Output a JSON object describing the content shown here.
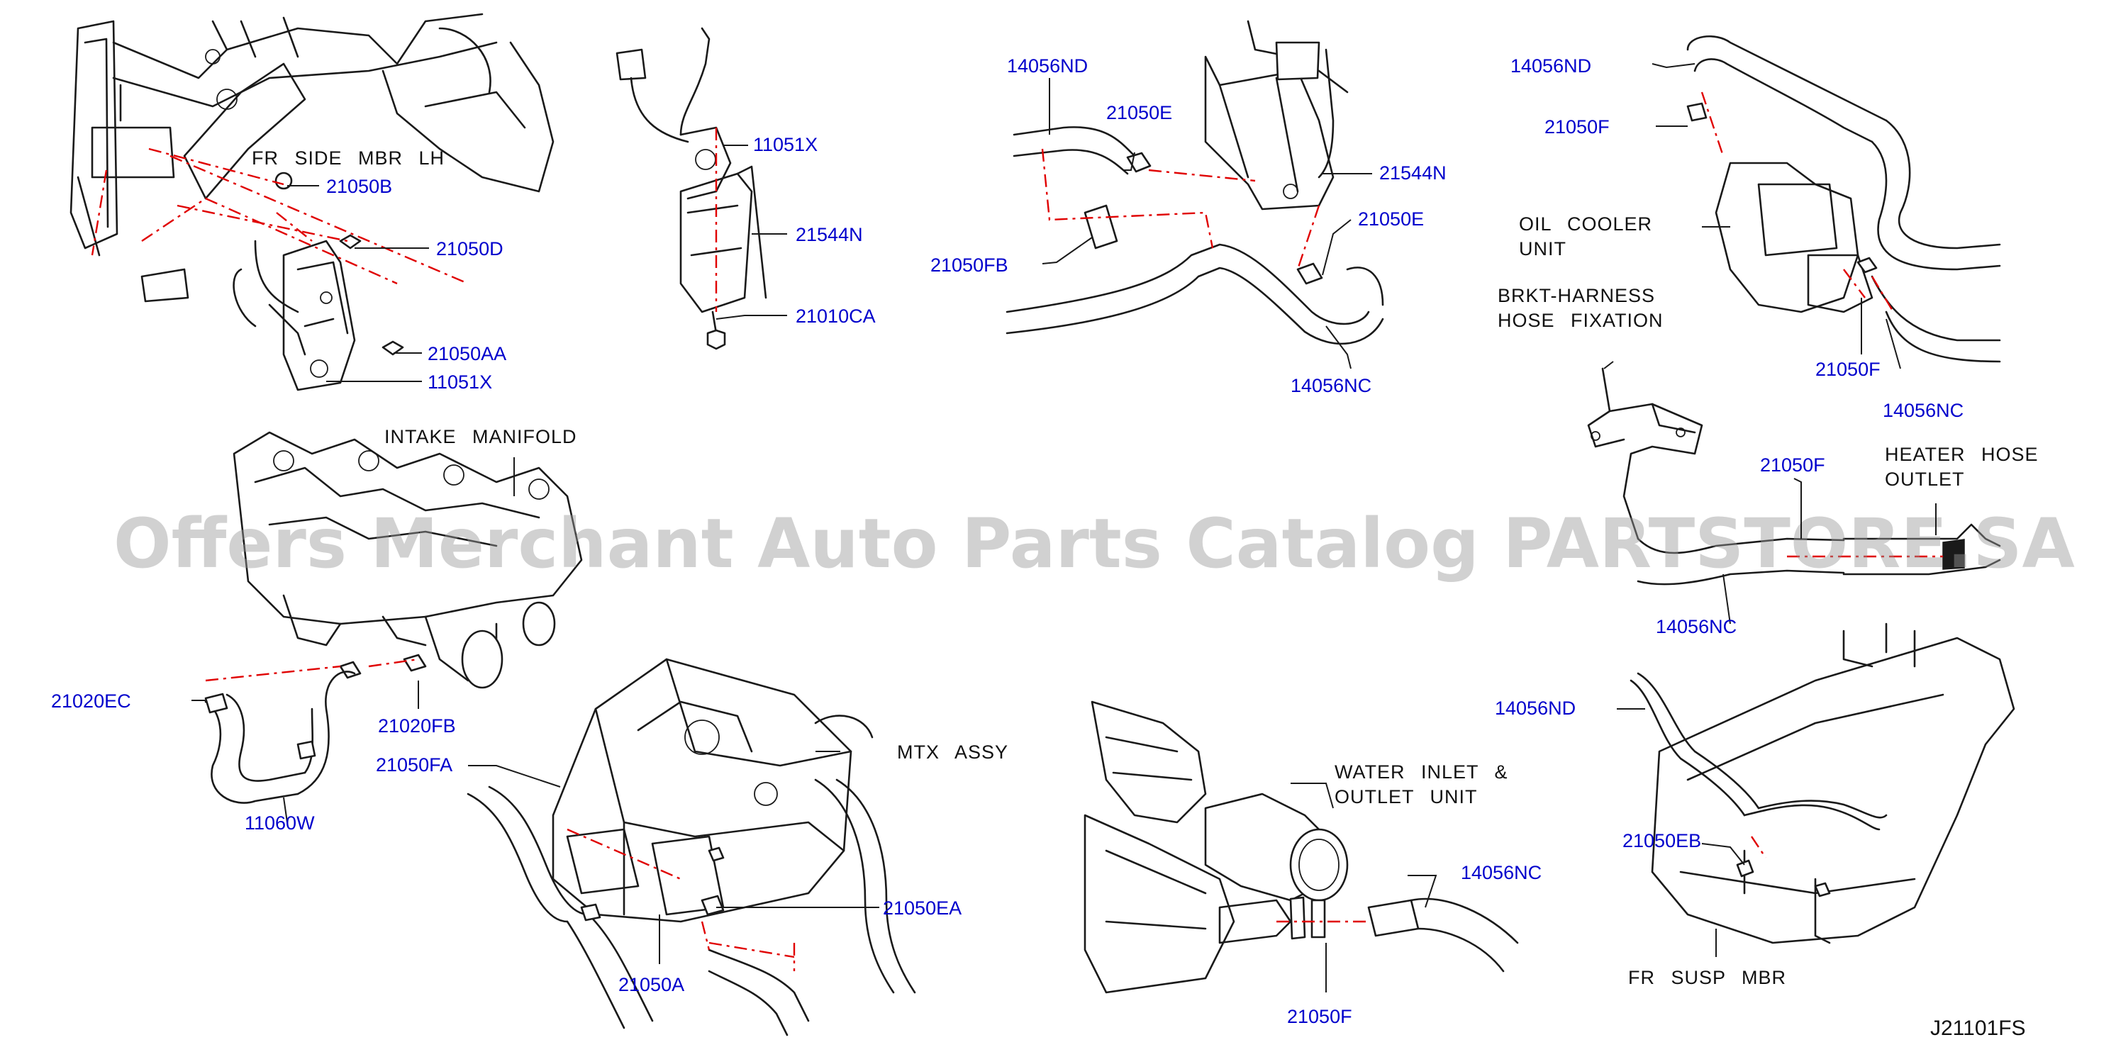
{
  "part_numbers": {
    "pn_21050B": "21050B",
    "pn_21050D": "21050D",
    "pn_21050AA": "21050AA",
    "pn_11051X_a": "11051X",
    "pn_11051X_b": "11051X",
    "pn_21544N_a": "21544N",
    "pn_21010CA": "21010CA",
    "pn_14056ND_a": "14056ND",
    "pn_21050E_a": "21050E",
    "pn_21544N_b": "21544N",
    "pn_21050E_b": "21050E",
    "pn_21050FB": "21050FB",
    "pn_14056NC_a": "14056NC",
    "pn_14056ND_b": "14056ND",
    "pn_21050F_a": "21050F",
    "pn_21050F_b": "21050F",
    "pn_14056NC_b": "14056NC",
    "pn_21050F_c": "21050F",
    "pn_14056NC_c": "14056NC",
    "pn_21020EC": "21020EC",
    "pn_21020FB": "21020FB",
    "pn_11060W": "11060W",
    "pn_21050FA": "21050FA",
    "pn_21050EA": "21050EA",
    "pn_21050A": "21050A",
    "pn_14056ND_c": "14056ND",
    "pn_21050EB": "21050EB",
    "pn_14056NC_d": "14056NC",
    "pn_21050F_d": "21050F"
  },
  "descriptions": {
    "fr_side_mbr": "FR SIDE MBR LH",
    "oil_cooler_1": "OIL COOLER",
    "oil_cooler_2": "UNIT",
    "brkt_1": "BRKT-HARNESS",
    "brkt_2": "HOSE FIXATION",
    "heater_1": "HEATER HOSE",
    "heater_2": "OUTLET",
    "intake": "INTAKE MANIFOLD",
    "mtx": "MTX ASSY",
    "water_1": "WATER INLET &",
    "water_2": "OUTLET UNIT",
    "fr_susp": "FR SUSP MBR"
  },
  "diagram_code": "J21101FS",
  "watermark": "Offers Merchant Auto Parts Catalog PARTSTORE.SA"
}
